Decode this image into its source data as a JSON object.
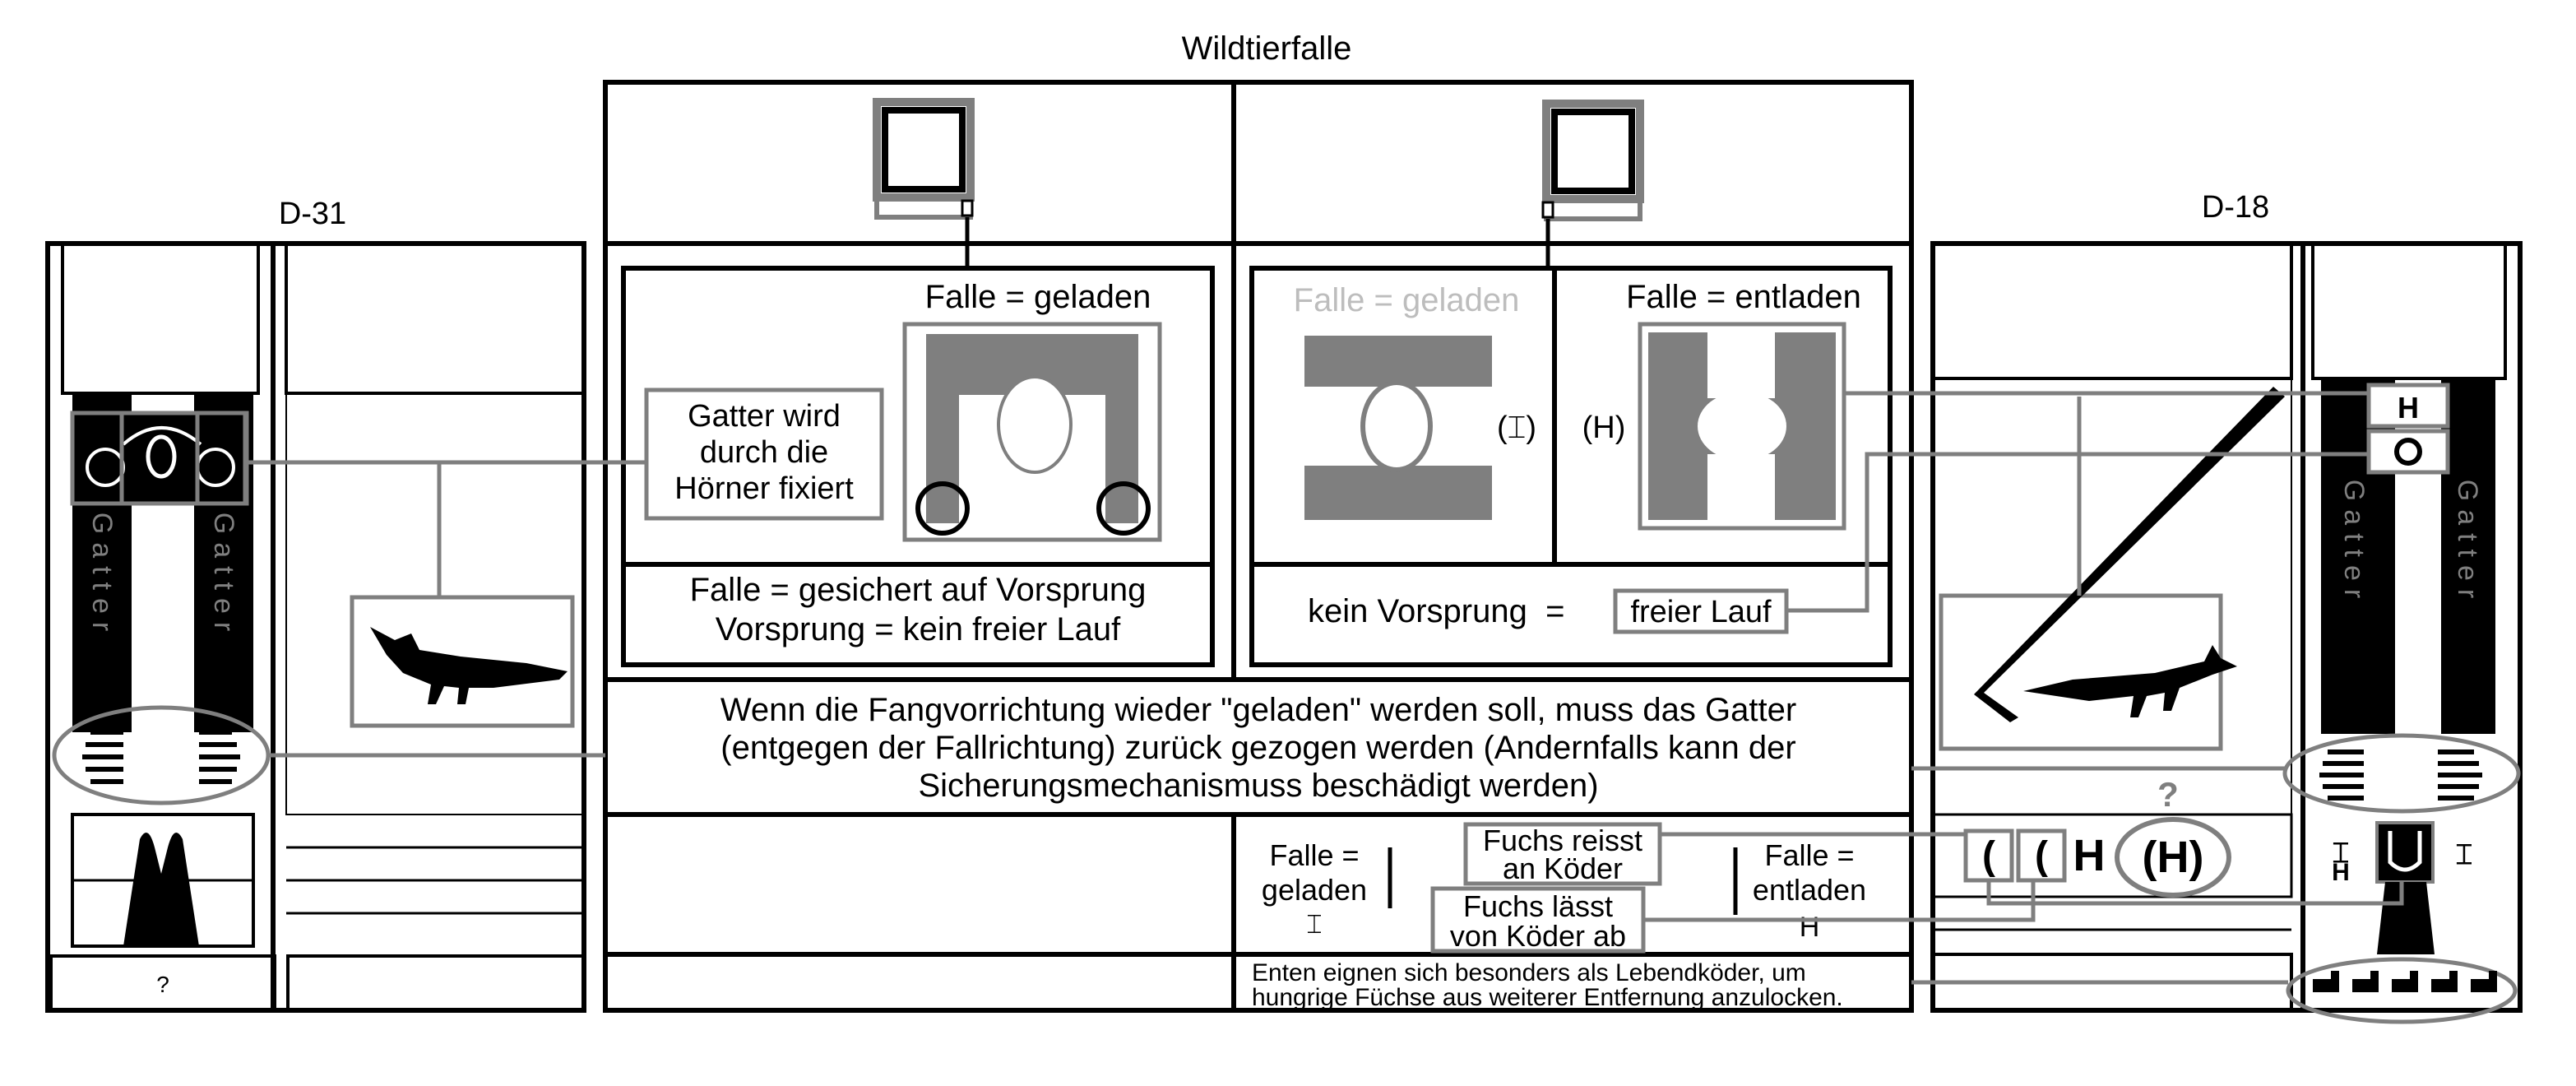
{
  "title": "Wildtierfalle",
  "left_panel": {
    "label": "D-31",
    "gate_label_left": "Gatter",
    "gate_label_right": "Gatter",
    "bottom_note": "?"
  },
  "right_panel": {
    "label": "D-18",
    "gate_label_left": "Gatter",
    "gate_label_right": "Gatter",
    "question": "?"
  },
  "box_loaded": {
    "heading": "Falle = geladen",
    "callout": [
      "Gatter wird",
      "durch die",
      "Hörner fixiert"
    ],
    "footer": [
      "Falle = gesichert auf Vorsprung",
      "Vorsprung = kein freier Lauf"
    ]
  },
  "box_unloaded": {
    "heading_faded": "Falle = geladen",
    "heading": "Falle = entladen",
    "symbol_left": "(⌶)",
    "symbol_right": "(H)",
    "footer_text": "kein Vorsprung  =",
    "footer_box": "freier Lauf"
  },
  "reload_note": [
    "Wenn die Fangvorrichtung wieder \"geladen\" werden soll, muss das Gatter",
    "(entgegen der Fallrichtung) zurück gezogen werden (Andernfalls kann der",
    "Sicherungsmechanismuss beschädigt werden)"
  ],
  "legend": {
    "loaded": [
      "Falle =",
      "geladen",
      "⌶"
    ],
    "fox_pulls": [
      "Fuchs reisst",
      "an Köder"
    ],
    "fox_leaves": [
      "Fuchs lässt",
      "von Köder ab"
    ],
    "unloaded": [
      "Falle =",
      "entladen",
      "H"
    ]
  },
  "duck_note": [
    "Enten eignen sich besonders als Lebendköder, um",
    "hungrige Füchse aus weiterer Entfernung anzulocken."
  ],
  "colors": {
    "line": "#000000",
    "connector": "#7f7f7f",
    "fill_grey": "#7f7f7f",
    "faded_text": "#bdbdbd"
  }
}
